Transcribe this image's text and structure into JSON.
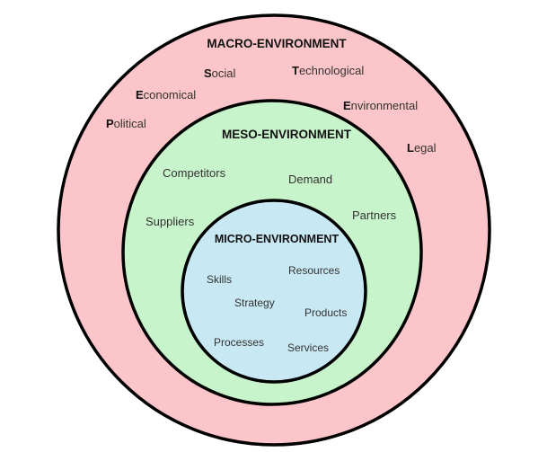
{
  "colors": {
    "macro": "#fbc5c9",
    "meso": "#c8f4cc",
    "micro": "#c8e8f3",
    "outline": "#000000"
  },
  "macro": {
    "title": "MACRO-ENVIRONMENT",
    "items": [
      {
        "initial": "S",
        "rest": "ocial"
      },
      {
        "initial": "T",
        "rest": "echnological"
      },
      {
        "initial": "E",
        "rest": "conomical"
      },
      {
        "initial": "E",
        "rest": "nvironmental"
      },
      {
        "initial": "P",
        "rest": "olitical"
      },
      {
        "initial": "L",
        "rest": "egal"
      }
    ]
  },
  "meso": {
    "title": "MESO-ENVIRONMENT",
    "items": [
      "Competitors",
      "Demand",
      "Suppliers",
      "Partners"
    ]
  },
  "micro": {
    "title": "MICRO-ENVIRONMENT",
    "items": [
      "Resources",
      "Skills",
      "Strategy",
      "Products",
      "Processes",
      "Services"
    ]
  }
}
